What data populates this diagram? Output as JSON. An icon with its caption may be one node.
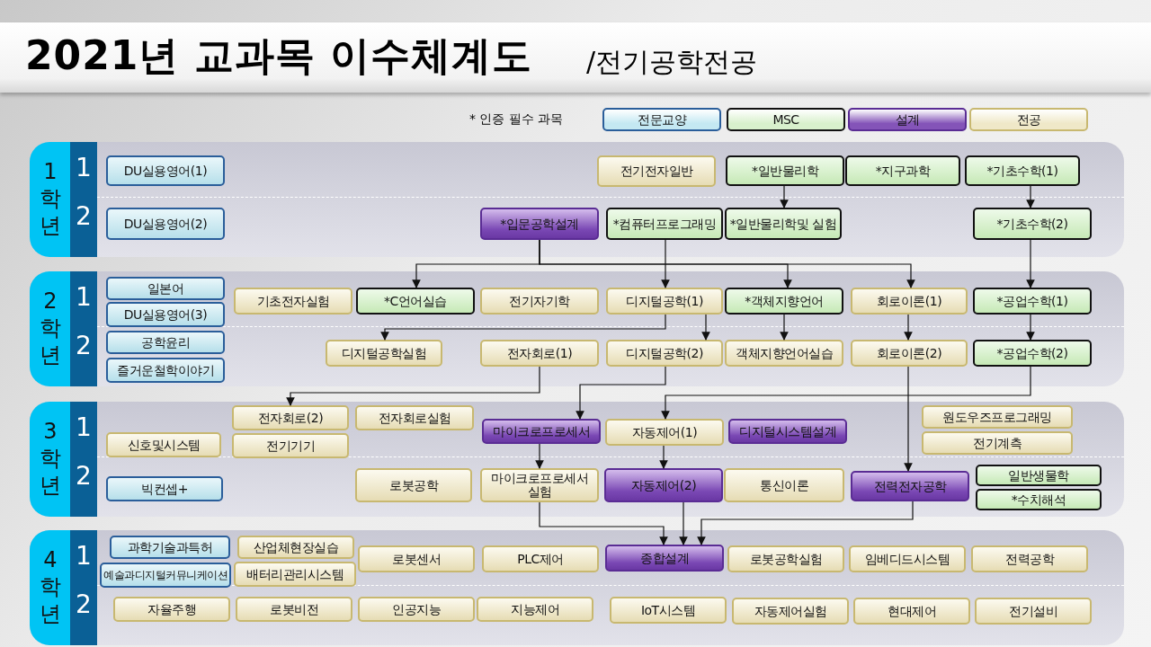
{
  "diagram": {
    "title": "2021년 교과목 이수체계도",
    "nodes": [
      {
        "text": [
          "1 학년"
        ]
      },
      {
        "text": [
          "DU실용영어(1)"
        ],
        "in": 0
      },
      {
        "text": [
          "전기전자일반"
        ],
        "in": 0
      },
      {
        "text": [
          "*일반물리학"
        ],
        "in": 0
      },
      {
        "text": [
          "*지구과학"
        ],
        "in": 0
      },
      {
        "text": [
          "*기초수학(1)"
        ],
        "in": 0
      },
      {
        "text": [
          "DU실용영어(2)"
        ],
        "in": 0
      },
      {
        "text": [
          "*입문공학설계"
        ],
        "in": 0
      },
      {
        "text": [
          "*컴퓨터프로그래밍"
        ],
        "in": 0
      },
      {
        "text": [
          "*일반물리학및 실험"
        ],
        "in": 0
      },
      {
        "text": [
          "*기초수학(2)"
        ],
        "in": 0
      },
      {
        "text": [
          "2 학년"
        ]
      },
      {
        "text": [
          "일본어"
        ],
        "in": 11
      },
      {
        "text": [
          "DU실용영어(3)"
        ],
        "in": 11
      },
      {
        "text": [
          "기초전자실험"
        ],
        "in": 11
      },
      {
        "text": [
          "*C언어실습"
        ],
        "in": 11
      },
      {
        "text": [
          "전기자기학"
        ],
        "in": 11
      },
      {
        "text": [
          "디지털공학(1)"
        ],
        "in": 11
      },
      {
        "text": [
          "*객체지향언어"
        ],
        "in": 11
      },
      {
        "text": [
          "회로이론(1)"
        ],
        "in": 11
      },
      {
        "text": [
          "*공업수학(1)"
        ],
        "in": 11
      },
      {
        "text": [
          "공학윤리"
        ],
        "in": 11
      },
      {
        "text": [
          "즐거운철학이야기"
        ],
        "in": 11
      },
      {
        "text": [
          "디지털공학실험"
        ],
        "in": 11
      },
      {
        "text": [
          "전자회로(1)"
        ],
        "in": 11
      },
      {
        "text": [
          "디지털공학(2)"
        ],
        "in": 11
      },
      {
        "text": [
          "객체지향언어실습"
        ],
        "in": 11
      },
      {
        "text": [
          "회로이론(2)"
        ],
        "in": 11
      },
      {
        "text": [
          "*공업수학(2)"
        ],
        "in": 11
      },
      {
        "text": [
          "3 학년"
        ]
      },
      {
        "text": [
          "전자회로(2)"
        ],
        "in": 29
      },
      {
        "text": [
          "전자회로실험"
        ],
        "in": 29
      },
      {
        "text": [
          "마이크로프로세서"
        ],
        "in": 29
      },
      {
        "text": [
          "자동제어(1)"
        ],
        "in": 29
      },
      {
        "text": [
          "디지털시스템설계"
        ],
        "in": 29
      },
      {
        "text": [
          "원도우즈프로그래밍"
        ],
        "in": 29
      },
      {
        "text": [
          "신호및시스템"
        ],
        "in": 29
      },
      {
        "text": [
          "전기기기"
        ],
        "in": 29
      },
      {
        "text": [
          "전기계측"
        ],
        "in": 29
      },
      {
        "text": [
          "빅컨셉+"
        ],
        "in": 29
      },
      {
        "text": [
          "로봇공학"
        ],
        "in": 29
      },
      {
        "text": [
          "마이크로프로세서 실험"
        ],
        "in": 29
      },
      {
        "text": [
          "자동제어(2)"
        ],
        "in": 29
      },
      {
        "text": [
          "통신이론"
        ],
        "in": 29
      },
      {
        "text": [
          "전력전자공학"
        ],
        "in": 29
      },
      {
        "text": [
          "일반생물학"
        ],
        "in": 29
      },
      {
        "text": [
          "*수치해석"
        ],
        "in": 29
      },
      {
        "text": [
          "4 학년"
        ]
      },
      {
        "text": [
          "과학기술과특허"
        ],
        "in": 47
      },
      {
        "text": [
          "산업체현장실습"
        ],
        "in": 47
      },
      {
        "text": [
          "로봇센서"
        ],
        "in": 47
      },
      {
        "text": [
          "PLC제어"
        ],
        "in": 47
      },
      {
        "text": [
          "종합설계"
        ],
        "in": 47
      },
      {
        "text": [
          "로봇공학실험"
        ],
        "in": 47
      },
      {
        "text": [
          "임베디드시스템"
        ],
        "in": 47
      },
      {
        "text": [
          "전력공학"
        ],
        "in": 47
      },
      {
        "text": [
          "예술과디지털커뮤니케이션"
        ],
        "in": 47
      },
      {
        "text": [
          "배터리관리시스템"
        ],
        "in": 47
      },
      {
        "text": [
          "자율주행"
        ],
        "in": 47
      },
      {
        "text": [
          "로봇비전"
        ],
        "in": 47
      },
      {
        "text": [
          "인공지능"
        ],
        "in": 47
      },
      {
        "text": [
          "지능제어"
        ],
        "in": 47
      },
      {
        "text": [
          "IoT시스템"
        ],
        "in": 47
      },
      {
        "text": [
          "자동제어실험"
        ],
        "in": 47
      },
      {
        "text": [
          "현대제어"
        ],
        "in": 47
      },
      {
        "text": [
          "전기설비"
        ],
        "in": 47
      }
    ],
    "edges": [
      {
        "from": 3,
        "to": 9,
        "arrow": "to"
      },
      {
        "from": 5,
        "to": 10,
        "arrow": "to"
      },
      {
        "from": 7,
        "to": 15,
        "arrow": "to"
      },
      {
        "from": 7,
        "to": 18,
        "arrow": "to"
      },
      {
        "from": 7,
        "to": 19,
        "arrow": "to"
      },
      {
        "from": 8,
        "to": 17,
        "arrow": "to"
      },
      {
        "from": 17,
        "to": 23,
        "arrow": "to"
      },
      {
        "from": 17,
        "to": 25,
        "arrow": "to"
      },
      {
        "from": 18,
        "to": 26,
        "arrow": "to"
      },
      {
        "from": 19,
        "to": 27,
        "arrow": "to"
      },
      {
        "from": 10,
        "to": 20,
        "arrow": "to"
      },
      {
        "from": 20,
        "to": 28,
        "arrow": "to"
      },
      {
        "from": 24,
        "to": 30,
        "arrow": "to"
      },
      {
        "from": 25,
        "to": 32,
        "arrow": "to"
      },
      {
        "from": 28,
        "to": 33,
        "arrow": "to"
      },
      {
        "from": 27,
        "to": 44,
        "arrow": "to"
      },
      {
        "from": 32,
        "to": 41,
        "arrow": "to"
      },
      {
        "from": 33,
        "to": 42,
        "arrow": "to"
      },
      {
        "from": 41,
        "to": 52,
        "arrow": "to"
      },
      {
        "from": 42,
        "to": 52,
        "arrow": "to"
      },
      {
        "from": 44,
        "to": 52,
        "arrow": "to"
      }
    ],
    "labels": [
      "/전기공학전공",
      "* 인증 필수 과목",
      "1",
      "2",
      "1",
      "2",
      "1",
      "2",
      "1",
      "2"
    ],
    "legend": [
      {
        "text": "전문교양",
        "color": "#c4e8f2"
      },
      {
        "text": "MSC",
        "color": "#d8f0cc"
      },
      {
        "text": "설계",
        "color": "#8454b8"
      },
      {
        "text": "전공",
        "color": "#efe8c8"
      }
    ]
  }
}
